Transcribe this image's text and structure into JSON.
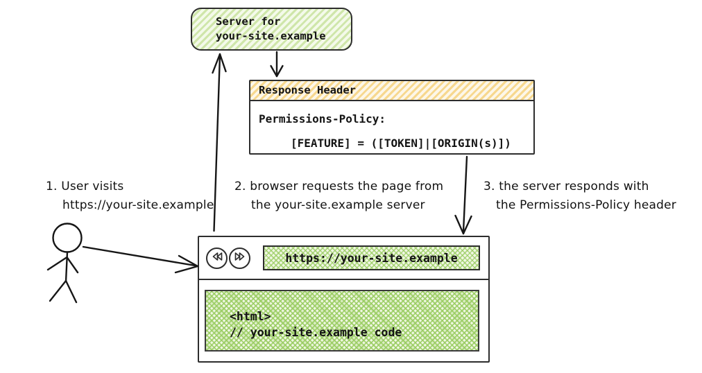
{
  "server_box": {
    "line1": "Server for",
    "line2": "your-site.example"
  },
  "response_header_box": {
    "title": "Response Header",
    "policy_line1": "Permissions-Policy:",
    "policy_line2": "[FEATURE] = ([TOKEN]|[ORIGIN(s)])"
  },
  "steps": [
    {
      "line1": "1. User visits",
      "line2": "https://your-site.example"
    },
    {
      "line1": "2. browser requests the page from",
      "line2": "the your-site.example server"
    },
    {
      "line1": "3. the server responds with",
      "line2": "the Permissions-Policy header"
    }
  ],
  "browser_window": {
    "back_icon": "rewind-icon",
    "forward_icon": "fast-forward-icon",
    "url": "https://your-site.example",
    "code_line1": "<html>",
    "code_line2": "// your-site.example code"
  },
  "colors": {
    "green_hatch": "#cfe6aa",
    "orange_hatch": "#f7d88e",
    "crosshatch_green": "#97cb5e",
    "stroke": "#222222"
  }
}
